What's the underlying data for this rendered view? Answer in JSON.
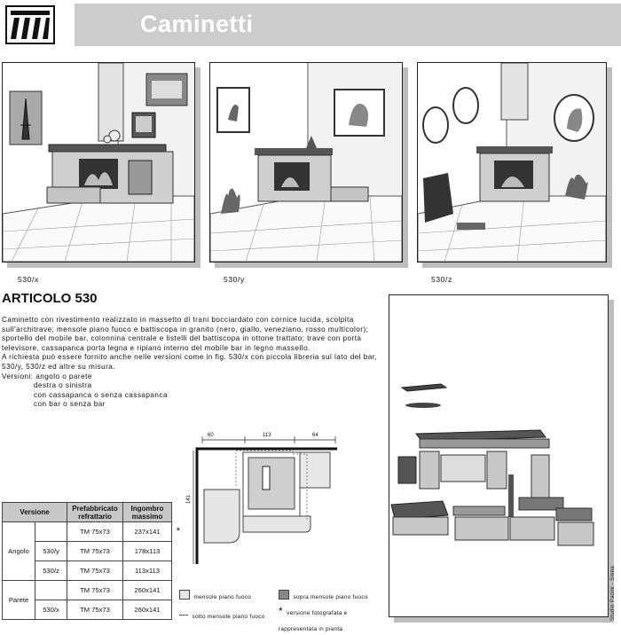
{
  "header": {
    "title": "Caminetti"
  },
  "photos": [
    {
      "caption": "530/x"
    },
    {
      "caption": "530/y"
    },
    {
      "caption": "530/z"
    }
  ],
  "article": {
    "title": "ARTICOLO 530",
    "paragraph1": "Caminetto con rivestimento realizzato in massetto di trani bocciardato con cornice lucida, scolpita sull'architrave; mensole piano fuoco e battiscopa in granito (nero, giallo, veneziano, rosso multicolor); sportello del mobile bar, colonnina centrale e listelli del battiscopa in ottone trattato; trave con porta televisore, cassapanca porta legna e ripiano interno del mobile bar in legno massello.",
    "paragraph2": "A richiesta può essere fornito anche nelle versioni come in fig. 530/x con piccola libreria sul lato del bar, 530/y, 530/z ed altre su misura.",
    "versions_label": "Versioni:",
    "versions": [
      "angolo o parete",
      "destra o sinistra",
      "con cassapanca o senza cassapanca",
      "con bar o senza bar"
    ]
  },
  "table": {
    "headers": [
      "Versione",
      "Prefabbricato refrattario",
      "Ingombro massimo"
    ],
    "groups": [
      {
        "name": "Angolo",
        "rows": [
          {
            "code": "",
            "pref": "TM 75x73",
            "ingombro": "237x141",
            "mark": "*"
          },
          {
            "code": "530/y",
            "pref": "TM 75x73",
            "ingombro": "178x113",
            "mark": ""
          },
          {
            "code": "530/z",
            "pref": "TM 75x73",
            "ingombro": "113x113",
            "mark": ""
          }
        ]
      },
      {
        "name": "Parete",
        "rows": [
          {
            "code": "",
            "pref": "TM 75x73",
            "ingombro": "260x141",
            "mark": ""
          },
          {
            "code": "530/x",
            "pref": "TM 75x73",
            "ingombro": "260x141",
            "mark": ""
          }
        ]
      }
    ]
  },
  "plan": {
    "dim_top": [
      "60",
      "113",
      "64"
    ],
    "dim_left": "141"
  },
  "legend": {
    "items": [
      "mensole piano fuoco",
      "sopra mensole piano fuoco",
      "sotto mensole piano fuoco",
      "versione fotografata e rappresentata in pianta"
    ],
    "star": "*"
  },
  "credit": "Studio Pacini - Siena"
}
